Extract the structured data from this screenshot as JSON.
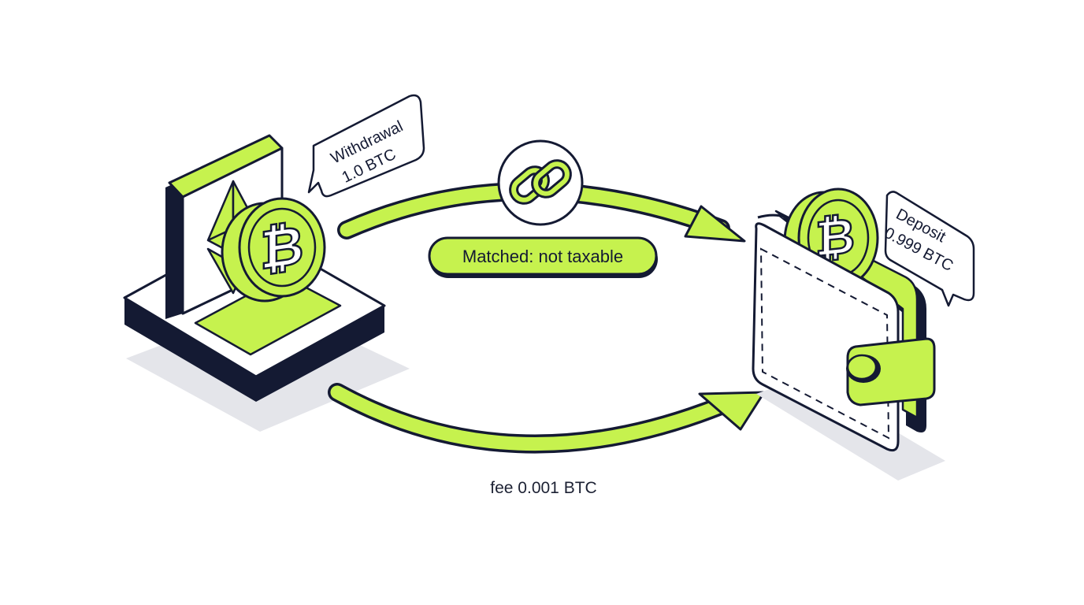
{
  "colors": {
    "accent": "#c6f24e",
    "accent_dark": "#a9d83a",
    "ink": "#141a33",
    "shadow": "#e4e5ea",
    "white": "#ffffff"
  },
  "source": {
    "callout_line1": "Withdrawal",
    "callout_line2": "1.0 BTC",
    "icons": [
      "exchange-device-icon",
      "ethereum-icon",
      "bitcoin-coin-icon"
    ]
  },
  "destination": {
    "callout_line1": "Deposit",
    "callout_line2": "0.999 BTC",
    "icons": [
      "wallet-icon",
      "bitcoin-coin-icon"
    ]
  },
  "link": {
    "icon": "chain-link-icon",
    "status_label": "Matched: not taxable"
  },
  "transfer": {
    "fee_label": "fee 0.001 BTC"
  }
}
